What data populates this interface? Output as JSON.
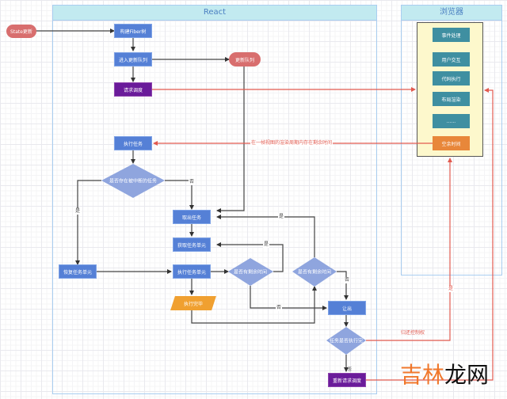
{
  "lanes": {
    "react": {
      "title": "React"
    },
    "browser": {
      "title": "浏览器"
    }
  },
  "nodes": {
    "state_update": "State更新",
    "build_fiber": "构建Fiber树",
    "enter_queue": "进入更新队列",
    "update_queue": "更新队列",
    "request_schedule": "请求调度",
    "execute_task": "执行任务",
    "has_interrupted": "是否存在被中断的任务",
    "take_task": "取出任务",
    "get_unit": "获取任务单元",
    "restore_unit": "恢复任务单元",
    "execute_unit": "执行任务单元",
    "has_time_1": "是否有剩余时间",
    "has_time_2": "是否有剩余时间",
    "execute_done": "执行完毕",
    "yield": "让出",
    "task_finished": "任务是否执行完",
    "re_request": "重新请求调度"
  },
  "browser_items": [
    {
      "label": "事件处理",
      "color": "#3f8fa1"
    },
    {
      "label": "用户交互",
      "color": "#3f8fa1"
    },
    {
      "label": "代码执行",
      "color": "#3f8fa1"
    },
    {
      "label": "布局渲染",
      "color": "#3f8fa1"
    },
    {
      "label": "......",
      "color": "#3f8fa1"
    },
    {
      "label": "空余时间",
      "color": "#e8873a"
    }
  ],
  "edge_labels": {
    "idle_time": "在一帧视图的渲染周期内存在剩余时间",
    "no_interrupt": "否",
    "yes_interrupt": "是",
    "yes_time_2": "是",
    "yes_time_1": "是",
    "no_time_1": "否",
    "no_time_2": "否",
    "return_control": "归还控制权",
    "yes_finished": "是",
    "no_finished": "否"
  },
  "watermark": {
    "part1": "吉林",
    "part2": "龙网"
  },
  "colors": {
    "flow_line": "#333333",
    "control_line": "#e25a4f",
    "node_blue": "#5580d6",
    "node_purple": "#6a1b9a",
    "node_pill": "#d86e6e",
    "decision": "#8fa5de",
    "browser_panel": "#fdf8cc",
    "lane_header": "#c2eaf0"
  }
}
